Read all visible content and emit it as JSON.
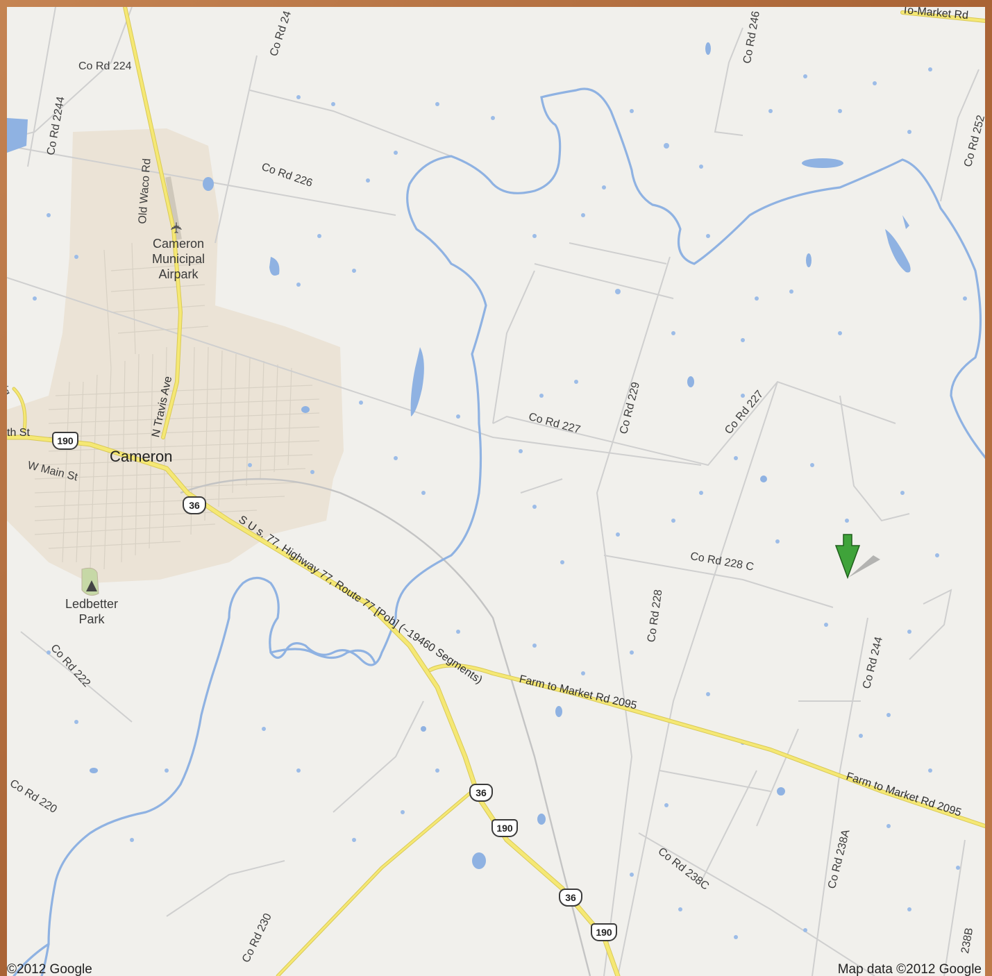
{
  "map": {
    "place_labels": {
      "city": "Cameron",
      "airport_line1": "Cameron",
      "airport_line2": "Municipal",
      "airport_line3": "Airpark",
      "park_line1": "Ledbetter",
      "park_line2": "Park"
    },
    "road_labels": {
      "co_rd_224": "Co Rd 224",
      "co_rd_2244": "Co Rd 2244",
      "co_rd_24_top": "Co Rd 24",
      "co_rd_246": "Co Rd 246",
      "co_rd_252": "Co Rd 252",
      "co_rd_226": "Co Rd 226",
      "old_waco_rd": "Old Waco Rd",
      "n_travis_ave": "N Travis Ave",
      "th_st": "th St",
      "w_main_st": "W Main St",
      "co_rd_227_a": "Co Rd 227",
      "co_rd_229": "Co Rd 229",
      "co_rd_227_b": "Co Rd 227",
      "co_rd_228c": "Co Rd 228 C",
      "co_rd_228": "Co Rd 228",
      "co_rd_244": "Co Rd 244",
      "co_rd_222": "Co Rd 222",
      "co_rd_220": "Co Rd 220",
      "co_rd_238c": "Co Rd 238C",
      "co_rd_238a": "Co Rd 238A",
      "co_rd_230": "Co Rd 230",
      "label_238b": "238B",
      "fm_rd_top": "To-Market Rd",
      "fm_2095_a": "Farm to Market Rd 2095",
      "fm_2095_b": "Farm to Market Rd 2095",
      "us77": "S U s. 77, Highway 77, Route 77 [Pob] (~19460 Segments)",
      "edge_label": "ig"
    },
    "shields": {
      "us190_a": "190",
      "sh36_a": "36",
      "sh36_b": "36",
      "us190_b": "190",
      "sh36_c": "36",
      "us190_c": "190"
    },
    "copyright_left": "©2012 Google",
    "copyright_right": "Map data ©2012 Google",
    "marker_icon": "green-arrow-marker-icon",
    "colors": {
      "land": "#f1f0ec",
      "urban": "#ebe3d6",
      "water": "#8fb2e2",
      "highway": "#f5e874",
      "minor_road": "#cfcfcf",
      "marker": "#3fa33a",
      "frame": "#b06f3f"
    }
  }
}
